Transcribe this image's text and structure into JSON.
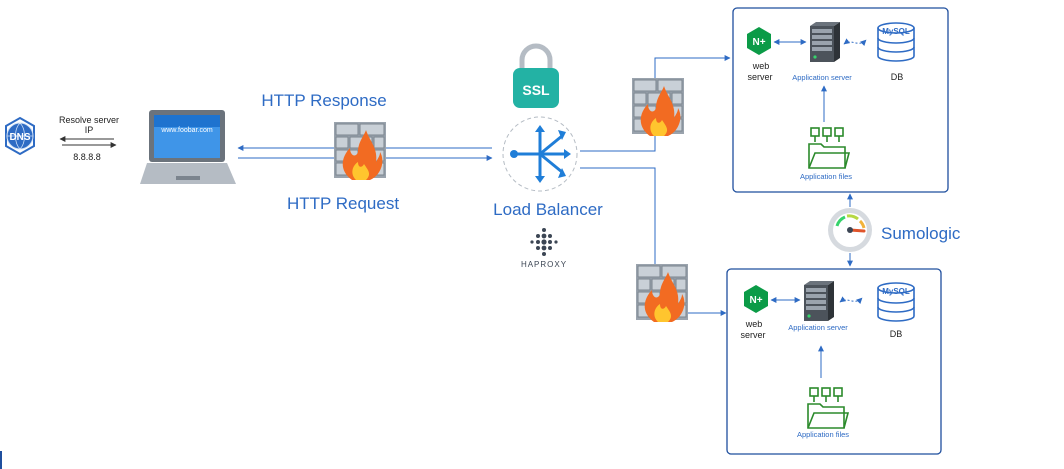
{
  "dns": {
    "icon": "dns-icon",
    "label": "DNS"
  },
  "resolve": {
    "line1": "Resolve  server",
    "line2": "IP",
    "ip": "8.8.8.8"
  },
  "laptop": {
    "url": "www.foobar.com"
  },
  "http": {
    "response": "HTTP Response",
    "request": "HTTP Request"
  },
  "ssl": {
    "label": "SSL"
  },
  "load_balancer": {
    "label": "Load Balancer"
  },
  "haproxy": {
    "label": "HAPROXY"
  },
  "sumologic": {
    "label": "Sumologic"
  },
  "server_top": {
    "nginx": "N+",
    "web_server_line1": "web",
    "web_server_line2": "server",
    "app_server": "Application server",
    "db_logo": "MySQL",
    "db": "DB",
    "app_files": "Application files"
  },
  "server_bottom": {
    "nginx": "N+",
    "web_server_line1": "web",
    "web_server_line2": "server",
    "app_server": "Application server",
    "db_logo": "MySQL",
    "db": "DB",
    "app_files": "Application files"
  },
  "colors": {
    "accent": "#2e6bc4",
    "box_border": "#1f4f9e",
    "ssl": "#23b2a4",
    "firewall_flame": "#f26b22",
    "nginx": "#0b9b47",
    "files": "#2b8a2b"
  }
}
